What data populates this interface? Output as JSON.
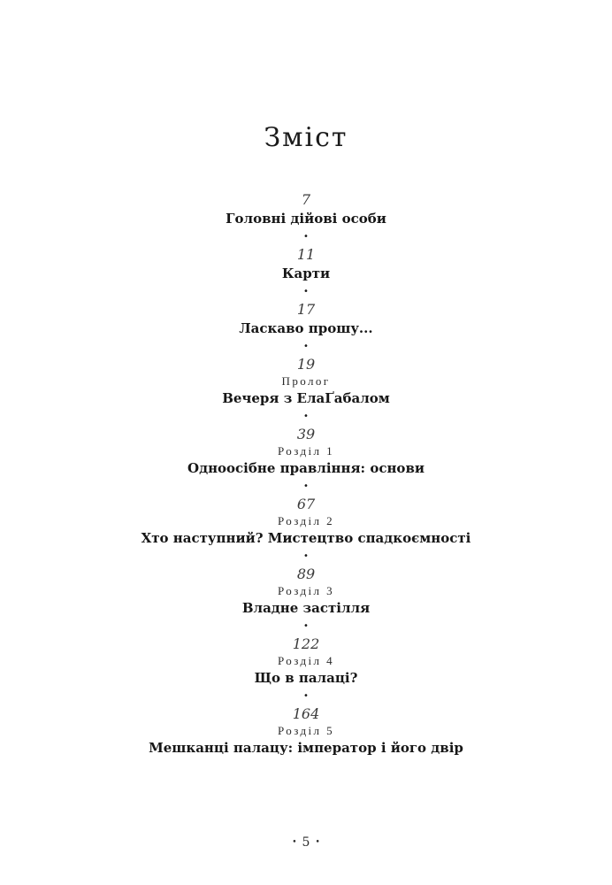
{
  "title": "Зміст",
  "bullet": "•",
  "entries": [
    {
      "page": "7",
      "label": "",
      "name": "Головні дійові особи"
    },
    {
      "page": "11",
      "label": "",
      "name": "Карти"
    },
    {
      "page": "17",
      "label": "",
      "name": "Ласкаво прошу..."
    },
    {
      "page": "19",
      "label": "Пролог",
      "name": "Вечеря з ЕлаҐабалом"
    },
    {
      "page": "39",
      "label": "Розділ 1",
      "name": "Одноосібне правління: основи"
    },
    {
      "page": "67",
      "label": "Розділ 2",
      "name": "Хто наступний? Мистецтво спадкоємності"
    },
    {
      "page": "89",
      "label": "Розділ 3",
      "name": "Владне застілля"
    },
    {
      "page": "122",
      "label": "Розділ 4",
      "name": "Що в палаці?"
    },
    {
      "page": "164",
      "label": "Розділ 5",
      "name": "Мешканці палацу: імператор і його двір"
    }
  ],
  "folio": {
    "left_mark": "•",
    "number": "5",
    "right_mark": "•"
  }
}
